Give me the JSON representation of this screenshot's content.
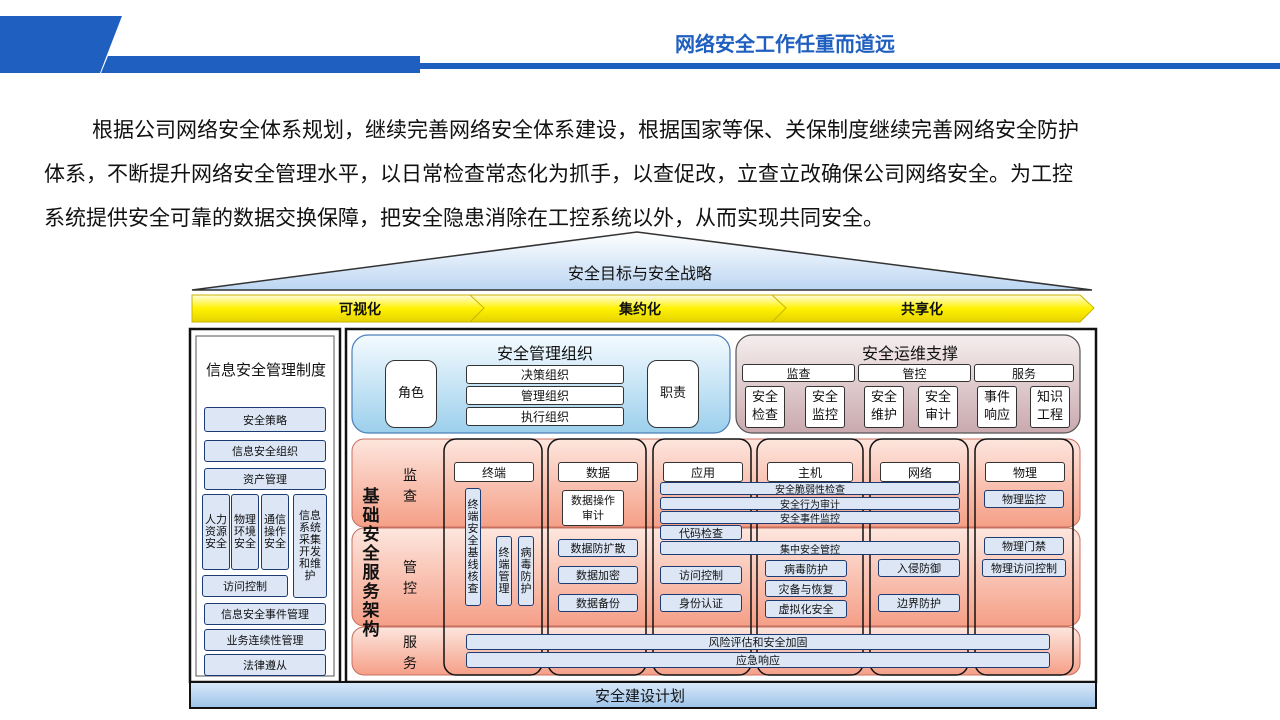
{
  "header": {
    "title": "网络安全工作任重而道远"
  },
  "paragraph": {
    "lines": [
      "根据公司网络安全体系规划，继续完善网络安全体系建设，根据国家等保、关保制度继续完善网络安全防护",
      "体系，不断提升网络安全管理水平，以日常检查常态化为抓手，以查促改，立查立改确保公司网络安全。为工控",
      "系统提供安全可靠的数据交换保障，把安全隐患消除在工控系统以外，从而实现共同安全。"
    ]
  },
  "colors": {
    "brand_blue": "#1f5fc0",
    "arrow_yellow": "#ffee00",
    "peach": "#f7b7a3",
    "light_blue": "#d6ebf7",
    "mauve": "#dcc9cc"
  },
  "diagram": {
    "roof": "安全目标与安全战略",
    "arrows": [
      "可视化",
      "集约化",
      "共享化"
    ],
    "policy": {
      "title": "信息安全管理制度",
      "items_top": [
        "安全策略",
        "信息安全组织",
        "资产管理"
      ],
      "items_vertical": [
        "人力资源安全",
        "物理环境安全",
        "通信操作安全",
        "信息系统采集开发和维护"
      ],
      "items_bottom": [
        "访问控制",
        "信息安全事件管理",
        "业务连续性管理",
        "法律遵从"
      ]
    },
    "org": {
      "title": "安全管理组织",
      "role": "角色",
      "duty": "职责",
      "items": [
        "决策组织",
        "管理组织",
        "执行组织"
      ]
    },
    "ops": {
      "title": "安全运维支撑",
      "headers": [
        "监查",
        "管控",
        "服务"
      ],
      "items": [
        "安全检查",
        "安全监控",
        "安全维护",
        "安全审计",
        "事件响应",
        "知识工程"
      ]
    },
    "infra": {
      "label": "基础安全服务架构",
      "rows": [
        "监查",
        "管控",
        "服务"
      ],
      "columns": [
        "终端",
        "数据",
        "应用",
        "主机",
        "网络",
        "物理"
      ],
      "terminal_items": [
        "终端安全基线核查",
        "终端管理",
        "病毒防护"
      ],
      "data_items": [
        "数据操作审计",
        "数据防扩散",
        "数据加密",
        "数据备份"
      ],
      "app_items": [
        "代码检查",
        "访问控制",
        "身份认证"
      ],
      "spans": [
        "安全脆弱性检查",
        "安全行为审计",
        "安全事件监控",
        "集中安全管控"
      ],
      "host_items": [
        "病毒防护",
        "灾备与恢复",
        "虚拟化安全"
      ],
      "network_items": [
        "入侵防御",
        "边界防护"
      ],
      "physical_items": [
        "物理监控",
        "物理门禁",
        "物理访问控制"
      ],
      "service_items": [
        "风险评估和安全加固",
        "应急响应"
      ]
    },
    "foundation": "安全建设计划"
  }
}
